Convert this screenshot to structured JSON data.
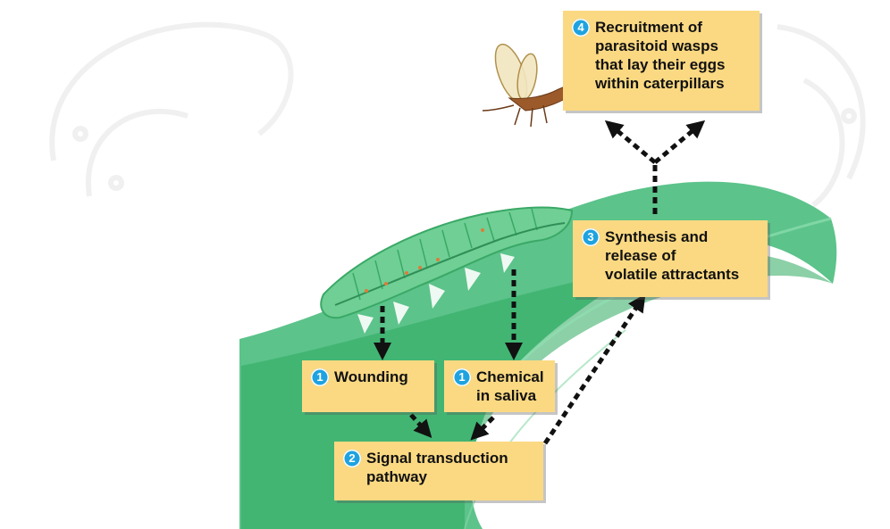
{
  "steps": {
    "wounding": {
      "number": "1",
      "text": "Wounding"
    },
    "chemical": {
      "number": "1",
      "text": "Chemical\nin saliva"
    },
    "signal": {
      "number": "2",
      "text": "Signal transduction\npathway"
    },
    "synthesis": {
      "number": "3",
      "text": "Synthesis and\nrelease of\nvolatile attractants"
    },
    "recruitment": {
      "number": "4",
      "text": "Recruitment of\nparasitoid wasps\nthat lay their eggs\nwithin caterpillars"
    }
  },
  "colors": {
    "box": "#fbd982",
    "badge": "#1fa3e0",
    "leaf_light": "#5cc38a",
    "leaf_dark": "#2eaa60",
    "caterpillar": "#6fcf94",
    "arrow": "#111111"
  },
  "icons": [
    "caterpillar-icon",
    "wasp-icon",
    "leaf-shape"
  ]
}
